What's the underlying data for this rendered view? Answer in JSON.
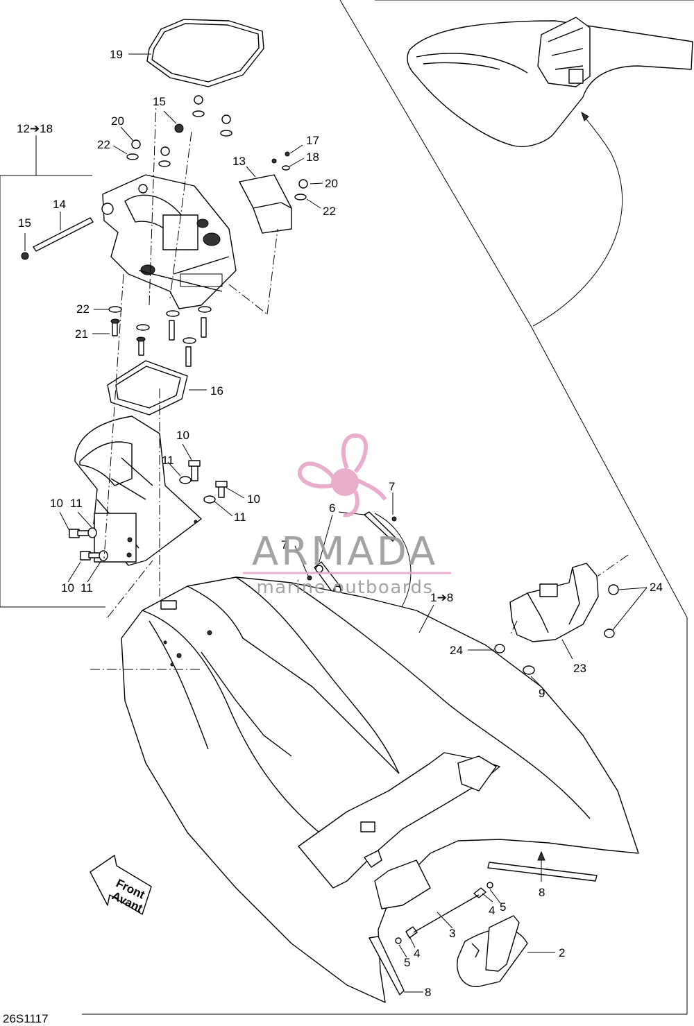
{
  "diagram_code": "26S1117",
  "front_arrow": {
    "line1": "Front",
    "line2": "Avant"
  },
  "watermark": {
    "brand": "ARMADA",
    "tagline": "marine outboards",
    "accent_color": "#e8a6c8",
    "text_color": "#9a9a9a"
  },
  "labels": {
    "l19": "19",
    "l15a": "15",
    "l20a": "20",
    "l22a": "22",
    "l12_18": "12➔18",
    "l14": "14",
    "l15b": "15",
    "l13": "13",
    "l17": "17",
    "l18": "18",
    "l20b": "20",
    "l22b": "22",
    "l22c": "22",
    "l21": "21",
    "l16": "16",
    "l10a": "10",
    "l11a": "11",
    "l10b": "10",
    "l11b": "11",
    "l10c": "10",
    "l11c": "11",
    "l10d": "10",
    "l11d": "11",
    "l6": "6",
    "l7a": "7",
    "l7b": "7",
    "l1_8": "1➔8",
    "l24a": "24",
    "l24b": "24",
    "l23": "23",
    "l9": "9",
    "l8a": "8",
    "l4a": "4",
    "l5a": "5",
    "l3": "3",
    "l5b": "5",
    "l4b": "4",
    "l2": "2",
    "l8b": "8"
  }
}
